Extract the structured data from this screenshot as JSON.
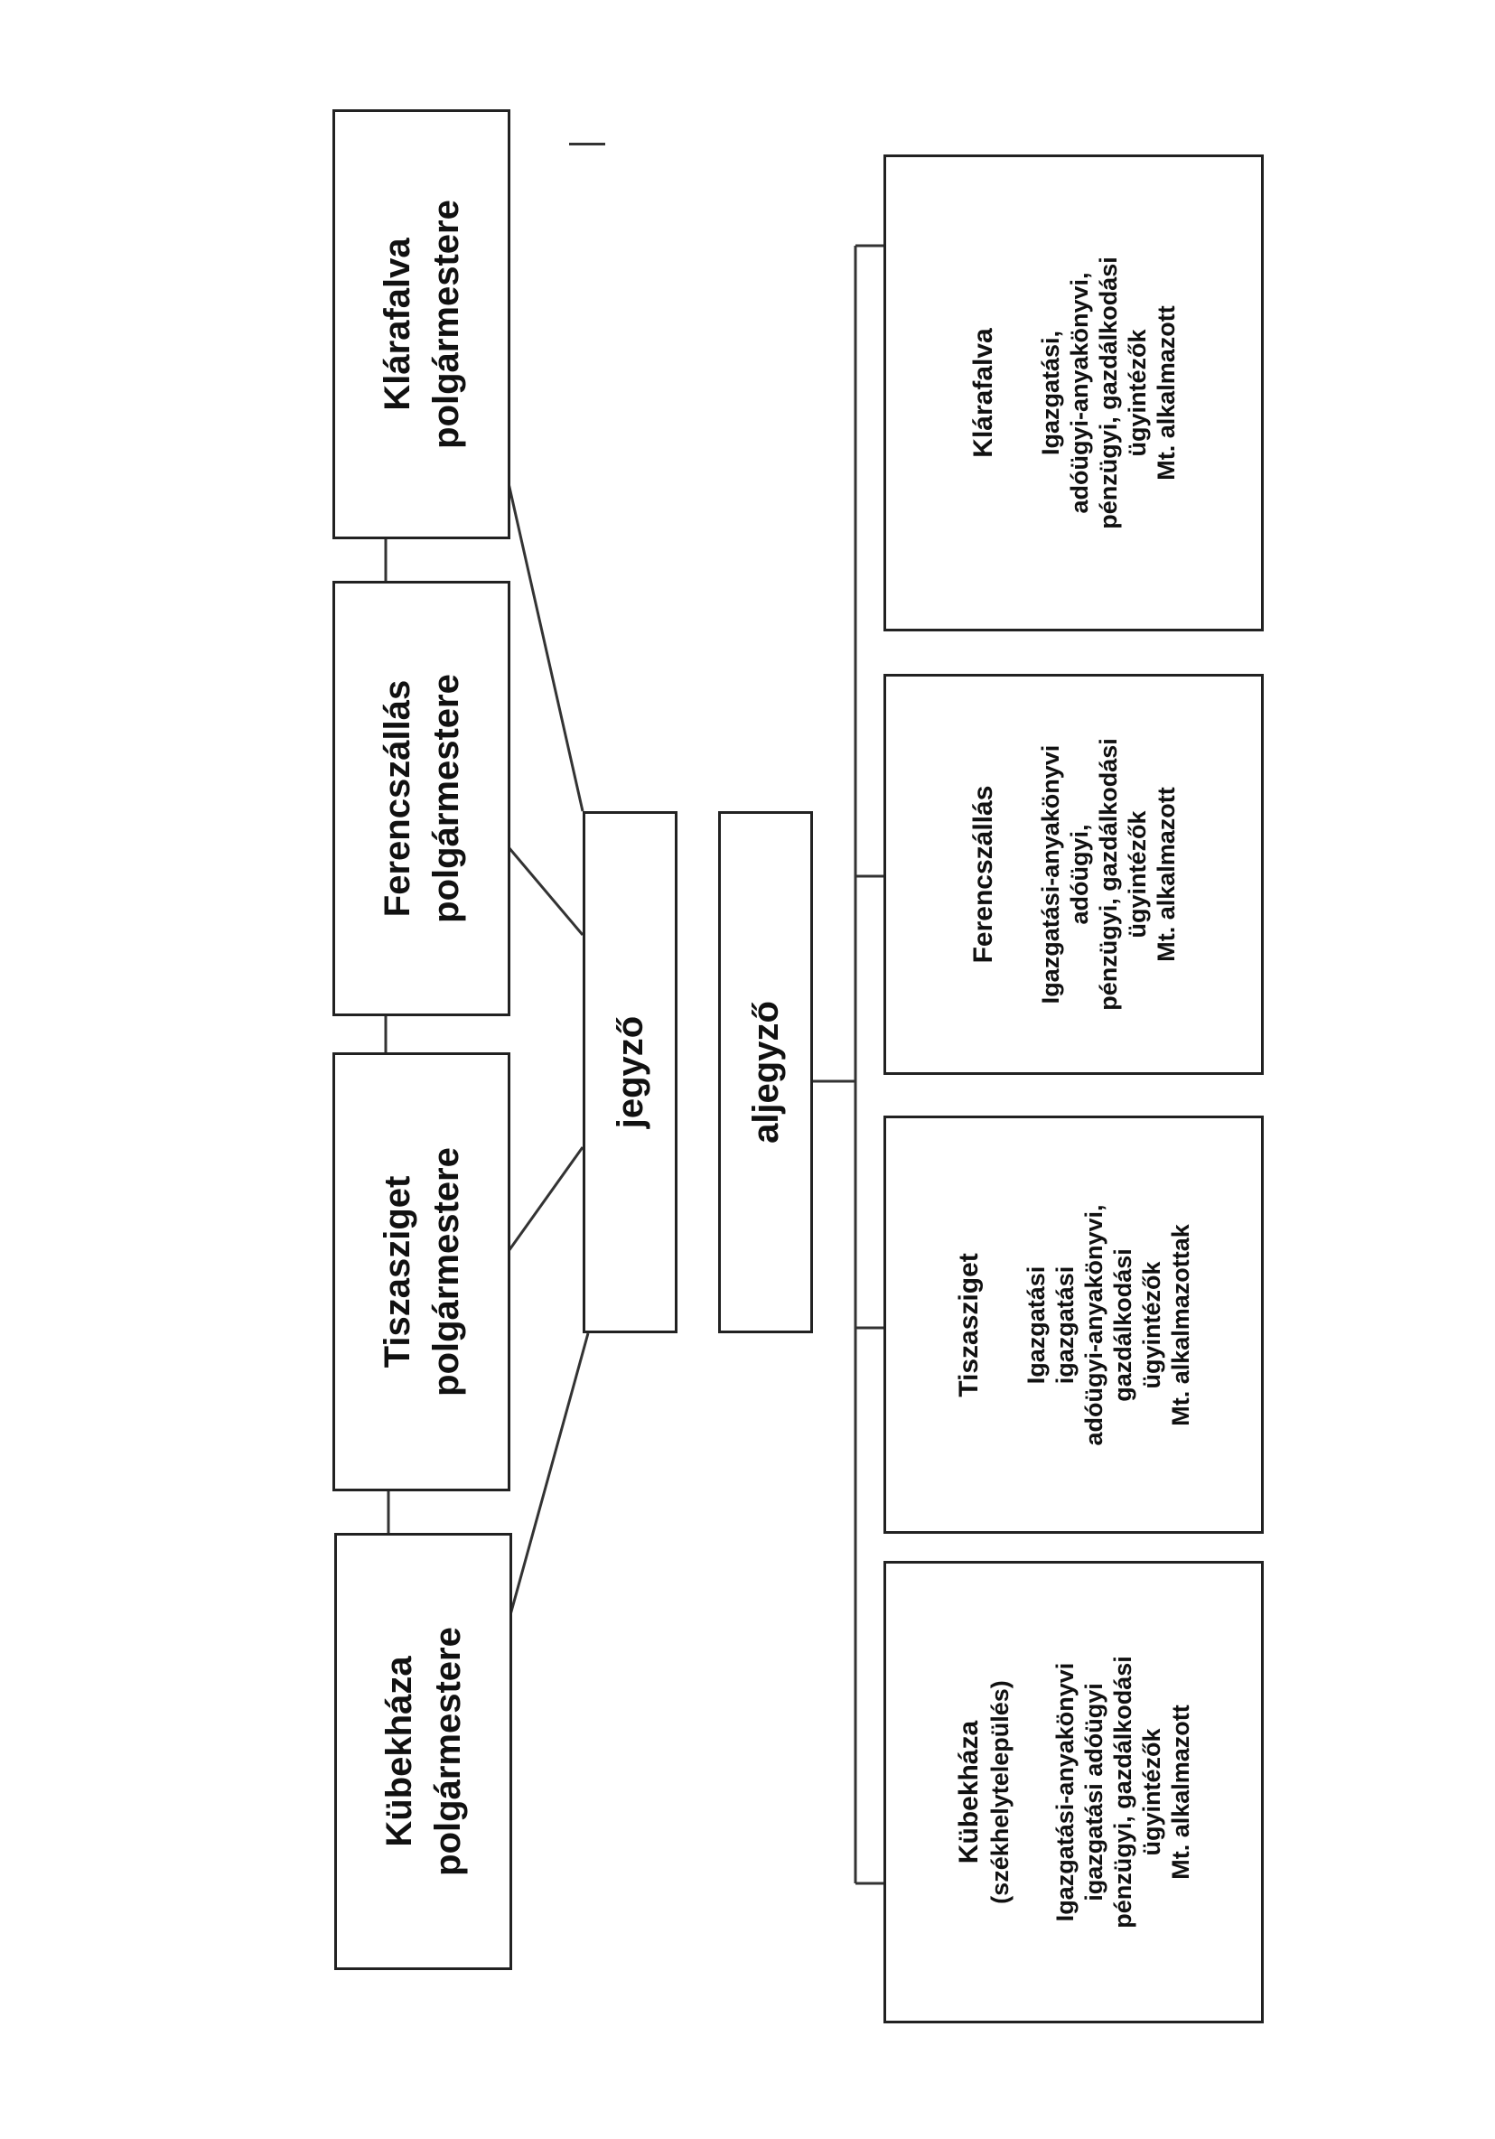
{
  "mayors": [
    {
      "name": "Kübekháza",
      "role": "polgármestere"
    },
    {
      "name": "Tiszasziget",
      "role": "polgármestere"
    },
    {
      "name": "Ferencszállás",
      "role": "polgármestere"
    },
    {
      "name": "Klárafalva",
      "role": "polgármestere"
    }
  ],
  "jegyzo": "jegyző",
  "aljegyzo": "aljegyző",
  "offices": [
    {
      "name": "Kübekháza",
      "subtitle": "(székhelytelepülés)",
      "lines": [
        "Igazgatási-anyakönyvi",
        "igazgatási adóügyi",
        "pénzügyi, gazdálkodási",
        "ügyintézők",
        "Mt. alkalmazott"
      ]
    },
    {
      "name": "Tiszasziget",
      "lines": [
        "Igazgatási",
        "igazgatási",
        "adóügyi-anyakönyvi,",
        "gazdálkodási",
        "ügyintézők",
        "Mt. alkalmazottak"
      ]
    },
    {
      "name": "Ferencszállás",
      "lines": [
        "Igazgatási-anyakönyvi",
        "adóügyi,",
        "pénzügyi, gazdálkodási",
        "ügyintézők",
        "Mt. alkalmazott"
      ]
    },
    {
      "name": "Klárafalva",
      "lines": [
        "Igazgatási,",
        "adóügyi-anyakönyvi,",
        "pénzügyi, gazdálkodási",
        "ügyintézők",
        "Mt. alkalmazott"
      ]
    }
  ]
}
